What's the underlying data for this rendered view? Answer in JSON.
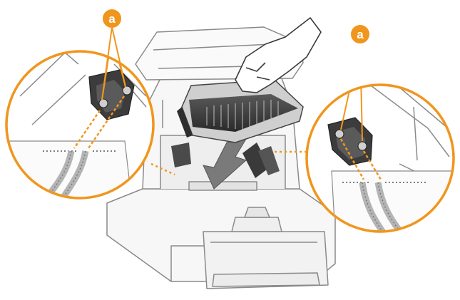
{
  "diagram": {
    "callouts": [
      {
        "id": "left",
        "letter": "a"
      },
      {
        "id": "right",
        "letter": "a"
      }
    ]
  },
  "colors": {
    "accent": "#f0961e",
    "outline": "#8a8a8a",
    "body_fill": "#f7f7f7",
    "dark_part": "#3c3c3c",
    "guide_gray": "#b4b4b4",
    "arrow_gray": "#7a7a7a"
  },
  "icons": [
    "hand-icon",
    "toner-cartridge-icon",
    "insert-arrow-icon"
  ]
}
